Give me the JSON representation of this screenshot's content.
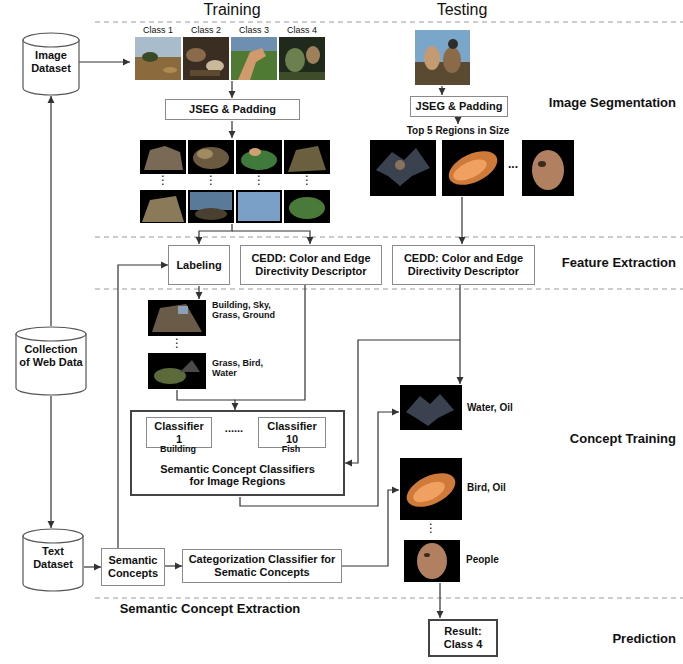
{
  "diagram": {
    "nodes": [
      {
        "text": [
          "Image Dataset"
        ]
      },
      {
        "text": [
          "JSEG & Padding"
        ]
      },
      {
        "text": [
          "JSEG & Padding"
        ]
      },
      {
        "text": [
          "Collection of Web Data"
        ]
      },
      {
        "text": [
          "Labeling"
        ]
      },
      {
        "text": [
          "CEDD: Color and Edge Directivity Descriptor"
        ]
      },
      {
        "text": [
          "CEDD: Color and Edge Directivity Descriptor"
        ]
      },
      {
        "text": [
          "Semantic Concept Classifiers for Image Regions"
        ]
      },
      {
        "text": [
          "Classifier 1"
        ],
        "in": 7
      },
      {
        "text": [
          "Classifier 10"
        ],
        "in": 7
      },
      {
        "text": [
          "Text Dataset"
        ]
      },
      {
        "text": [
          "Semantic Concepts"
        ]
      },
      {
        "text": [
          "Categorization Classifier for Sematic Concepts"
        ]
      },
      {
        "text": [
          "Result: Class 4"
        ]
      }
    ],
    "edges": [
      {
        "from": 3,
        "to": 0,
        "arrow": "to"
      },
      {
        "from": 3,
        "to": 10,
        "arrow": "to"
      },
      {
        "from": 10,
        "to": 11,
        "arrow": "to"
      },
      {
        "from": 11,
        "to": 12,
        "arrow": "to"
      },
      {
        "from": 11,
        "to": 4,
        "arrow": "to"
      },
      {
        "from": 5,
        "to": 7,
        "arrow": "to"
      },
      {
        "from": 6,
        "to": 7,
        "arrow": "to"
      }
    ],
    "labels": [
      "Training",
      "Testing",
      "Class 1",
      "Class 2",
      "Class 3",
      "Class 4",
      "Image Segmentation",
      "⋮",
      "⋮",
      "⋮",
      "⋮",
      "Top 5 Regions in Size",
      "...",
      "Feature Extraction",
      "Building, Sky, Grass, Ground",
      "⋮",
      "Grass, Bird, Water",
      "Building",
      "......",
      "Fish",
      "Concept Training",
      "Water, Oil",
      "Bird, Oil",
      "⋮",
      "People",
      "Semantic Concept Extraction",
      "Prediction"
    ]
  }
}
